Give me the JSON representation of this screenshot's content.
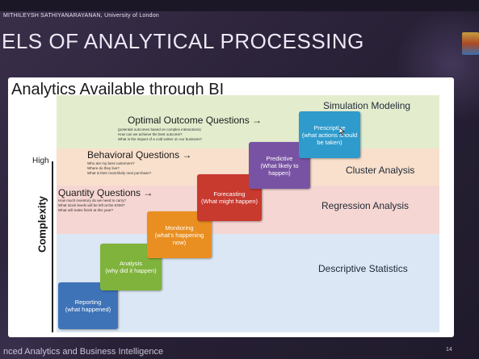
{
  "slide": {
    "author": "MITHILEYSH SATHIYANARAYANAN, University of London",
    "title": "ELS OF ANALYTICAL PROCESSING",
    "footer": "nced Analytics and Business Intelligence",
    "page_number": "14"
  },
  "figure": {
    "heading": "Analytics Available through BI",
    "high_label": "High",
    "complexity_label": "Complexity",
    "bands": [
      {
        "label": "Simulation Modeling"
      },
      {
        "label": "Cluster Analysis"
      },
      {
        "label": "Regression Analysis"
      },
      {
        "label": "Descriptive Statistics"
      }
    ],
    "questions": {
      "optimal": {
        "title": "Optimal Outcome Questions →",
        "lines": [
          "(potential outcomes based on complex interactions)",
          "How can we achieve the best outcome?",
          "What is the impact of a cold winter on our business?"
        ]
      },
      "behavioral": {
        "title": "Behavioral Questions →",
        "lines": [
          "Who are my best customers?",
          "Where do they live?",
          "What is their most likely next purchase?"
        ]
      },
      "quantity": {
        "title": "Quantity Questions →",
        "lines": [
          "How much inventory do we need to carry?",
          "What stock levels will be left at the EOM?",
          "What will Sales finish at this year?"
        ]
      }
    },
    "steps": [
      {
        "label": "Reporting",
        "sub": "(what happened)",
        "color": "#3f73b7"
      },
      {
        "label": "Analysis",
        "sub": "(why did it happen)",
        "color": "#7fb33c"
      },
      {
        "label": "Monitoring",
        "sub": "(what's happening now)",
        "color": "#e98f22"
      },
      {
        "label": "Forecasting",
        "sub": "(What might happen)",
        "color": "#c8392e"
      },
      {
        "label": "Predictive",
        "sub": "(What likely to happen)",
        "color": "#7953a3"
      },
      {
        "label": "Prescriptive",
        "sub": "(what actions should be taken)",
        "color": "#2f9bcc"
      }
    ]
  }
}
